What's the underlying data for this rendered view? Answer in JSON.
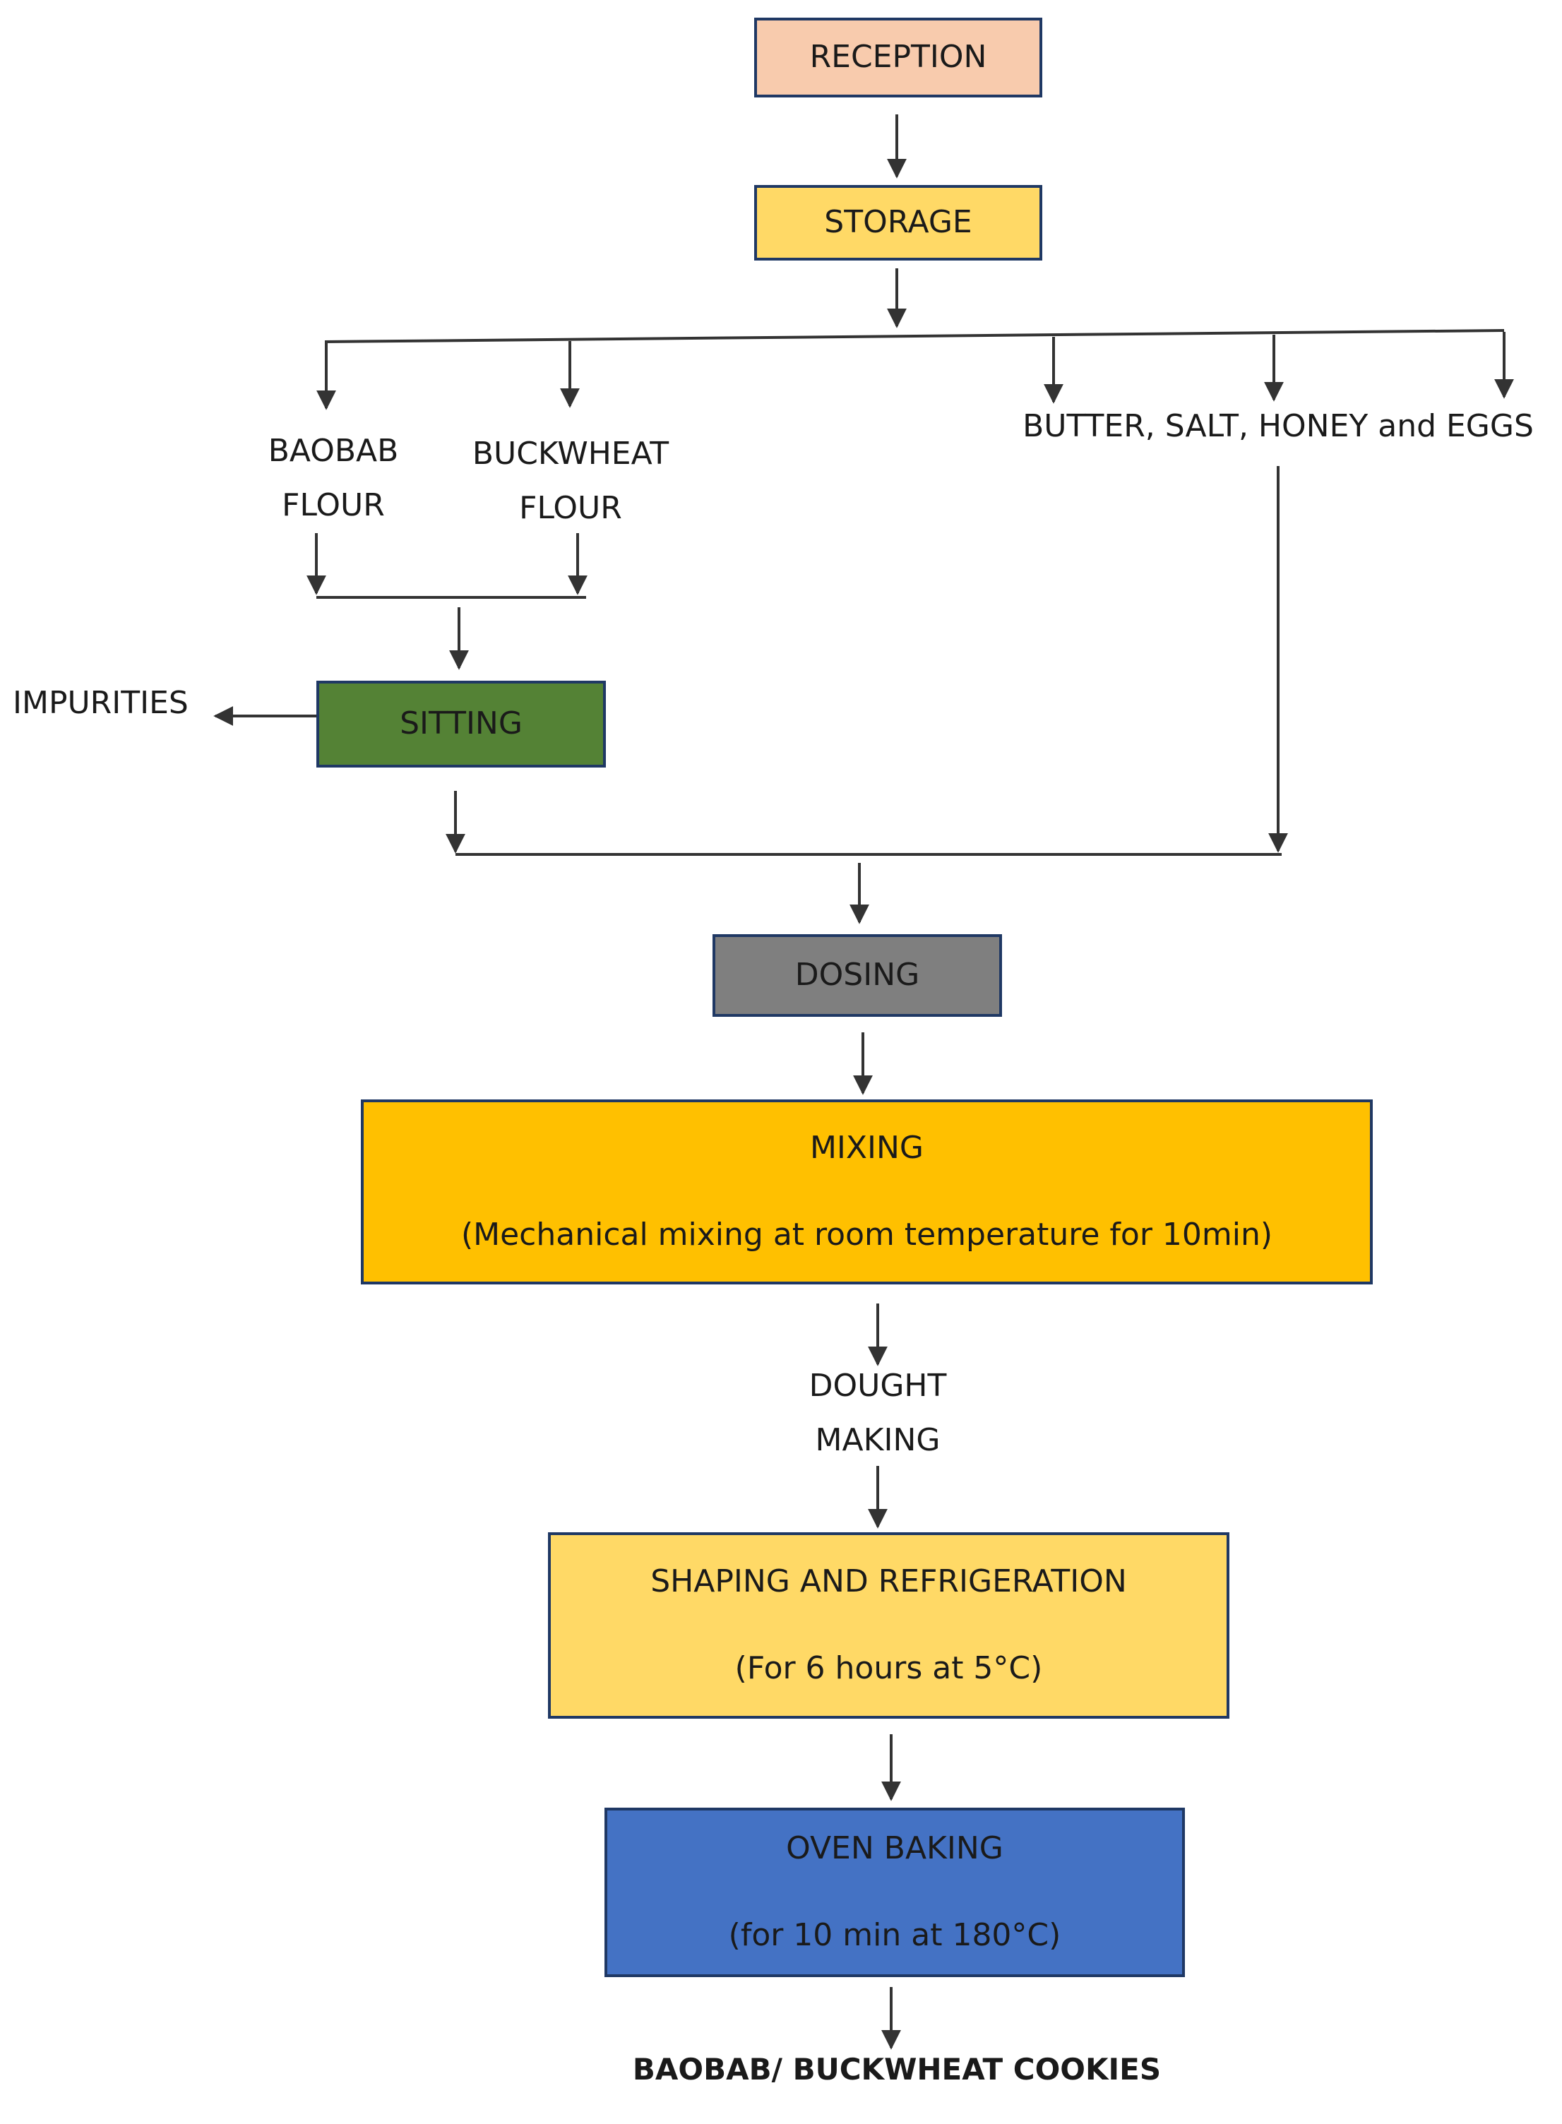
{
  "colors": {
    "reception": "#f8cbad",
    "storage": "#ffd966",
    "sitting": "#548235",
    "dosing": "#7f7f7f",
    "mixing": "#ffc000",
    "shaping": "#ffd966",
    "oven": "#4472c4",
    "border": "#1f3864",
    "line": "#333333"
  },
  "steps": {
    "reception": {
      "title": "RECEPTION"
    },
    "storage": {
      "title": "STORAGE"
    },
    "sitting": {
      "title": "SITTING"
    },
    "dosing": {
      "title": "DOSING"
    },
    "mixing": {
      "title": "MIXING",
      "subtitle": "(Mechanical mixing at room temperature for 10min)"
    },
    "shaping": {
      "title": "SHAPING AND REFRIGERATION",
      "subtitle": "(For 6 hours at 5°C)"
    },
    "oven": {
      "title": "OVEN BAKING",
      "subtitle": "(for 10 min at 180°C)"
    }
  },
  "labels": {
    "baobab_1": "BAOBAB",
    "baobab_2": "FLOUR",
    "buckwheat_1": "BUCKWHEAT",
    "buckwheat_2": "FLOUR",
    "ingredients": "BUTTER, SALT, HONEY and EGGS",
    "impurities": "IMPURITIES",
    "dough_1": "DOUGHT",
    "dough_2": "MAKING",
    "product": "BAOBAB/ BUCKWHEAT COOKIES"
  }
}
